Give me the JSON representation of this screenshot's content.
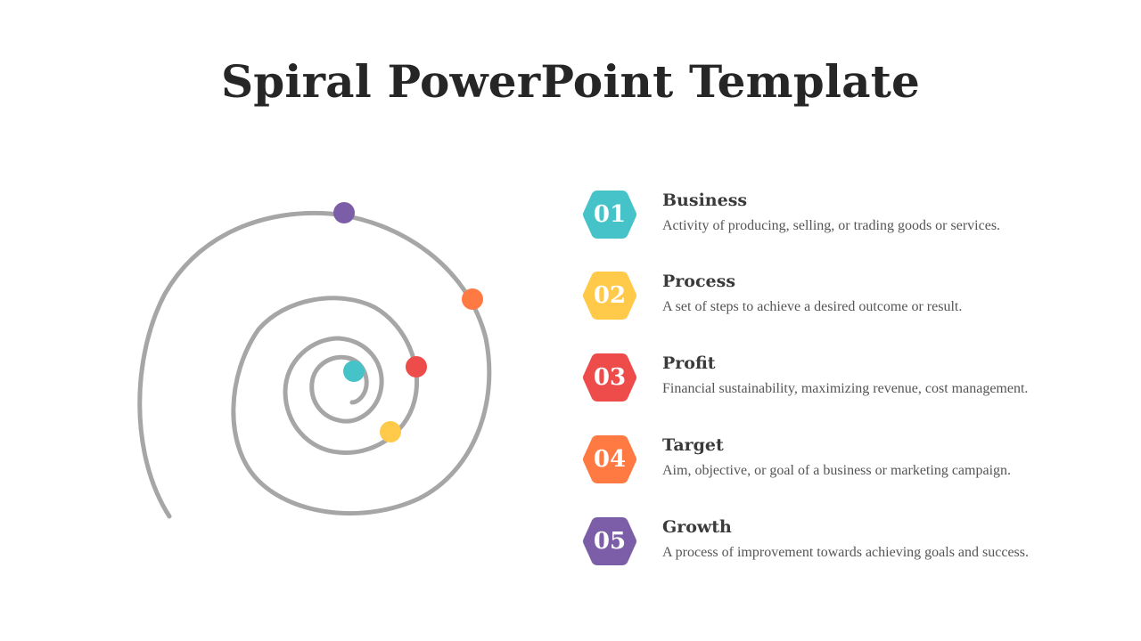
{
  "title": "Spiral PowerPoint Template",
  "colors": {
    "teal": "#45C3C9",
    "yellow": "#FFC94A",
    "red": "#EE4B4B",
    "orange": "#FF7A43",
    "purple": "#7B5EA7",
    "spiral": "#A6A6A6"
  },
  "items": [
    {
      "number": "01",
      "title": "Business",
      "description": "Activity of producing, selling, or trading goods or services.",
      "color": "#45C3C9"
    },
    {
      "number": "02",
      "title": "Process",
      "description": "A set of steps to achieve a desired outcome or result.",
      "color": "#FFC94A"
    },
    {
      "number": "03",
      "title": "Profit",
      "description": "Financial sustainability, maximizing revenue, cost management.",
      "color": "#EE4B4B"
    },
    {
      "number": "04",
      "title": "Target",
      "description": "Aim, objective, or goal of a business or marketing campaign.",
      "color": "#FF7A43"
    },
    {
      "number": "05",
      "title": "Growth",
      "description": "A process of improvement towards achieving goals and success.",
      "color": "#7B5EA7"
    }
  ]
}
